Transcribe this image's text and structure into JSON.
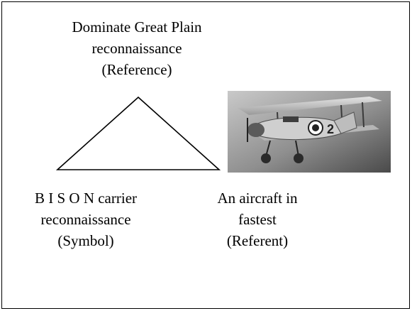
{
  "reference": {
    "lines": [
      "Dominate Great Plain",
      "reconnaissance",
      "(Reference)"
    ]
  },
  "symbol": {
    "lines": [
      "B I S O N carrier",
      "reconnaissance",
      "(Symbol)"
    ]
  },
  "referent": {
    "lines": [
      "An aircraft in",
      "fastest",
      "(Referent)"
    ]
  },
  "image": {
    "subject": "biplane-photo",
    "marking": "2"
  },
  "colors": {
    "line": "#000000",
    "background": "#ffffff"
  }
}
